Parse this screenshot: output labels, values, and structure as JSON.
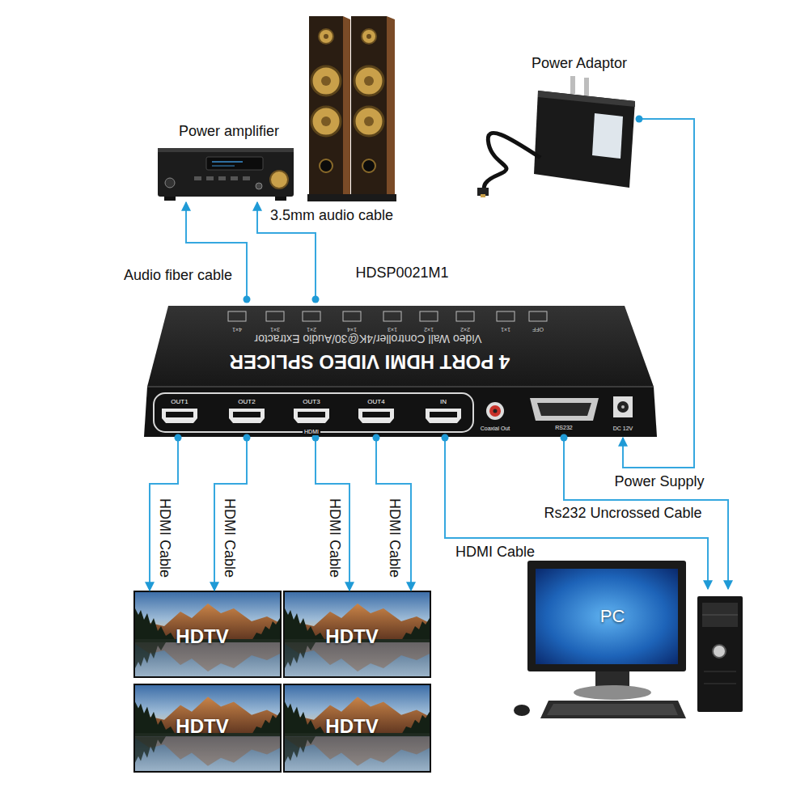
{
  "diagram": {
    "nodes": [
      {
        "text": [
          "Power amplifier"
        ]
      },
      {
        "text": [
          "Power Adaptor"
        ]
      },
      {
        "text": [
          "4 PORT HDMI VIDEO SPLICER",
          "Video Wall Controller/4K@30/Audio Extractor",
          "4×1",
          "3×1",
          "2×1",
          "1×4",
          "1×3",
          "1×2",
          "2×2",
          "1×1",
          "OFF",
          "OUT1",
          "OUT2",
          "OUT3",
          "OUT4",
          "IN",
          "HDMI",
          "Coaxial Out",
          "RS232",
          "DC 12V"
        ]
      },
      {
        "text": [
          "HDTV"
        ]
      },
      {
        "text": [
          "HDTV"
        ]
      },
      {
        "text": [
          "HDTV"
        ]
      },
      {
        "text": [
          "HDTV"
        ]
      },
      {
        "text": [
          "PC"
        ]
      }
    ],
    "edges": [
      {
        "from": 2,
        "to": 0,
        "arrow": "to",
        "label": "Audio fiber cable"
      },
      {
        "from": 2,
        "to": 0,
        "arrow": "to",
        "label": "3.5mm audio cable"
      },
      {
        "from": 1,
        "to": 2,
        "arrow": "to",
        "label": "Power Supply"
      },
      {
        "from": 2,
        "to": 3,
        "arrow": "to",
        "label": "HDMI Cable"
      },
      {
        "from": 2,
        "to": 3,
        "arrow": "to",
        "label": "HDMI Cable"
      },
      {
        "from": 2,
        "to": 4,
        "arrow": "to",
        "label": "HDMI Cable"
      },
      {
        "from": 2,
        "to": 4,
        "arrow": "to",
        "label": "HDMI Cable"
      },
      {
        "from": 2,
        "to": 7,
        "arrow": "to",
        "label": "HDMI Cable"
      },
      {
        "from": 2,
        "to": 7,
        "arrow": "to",
        "label": "Rs232 Uncrossed Cable"
      }
    ],
    "labels": [
      "HDSP0021M1"
    ]
  }
}
